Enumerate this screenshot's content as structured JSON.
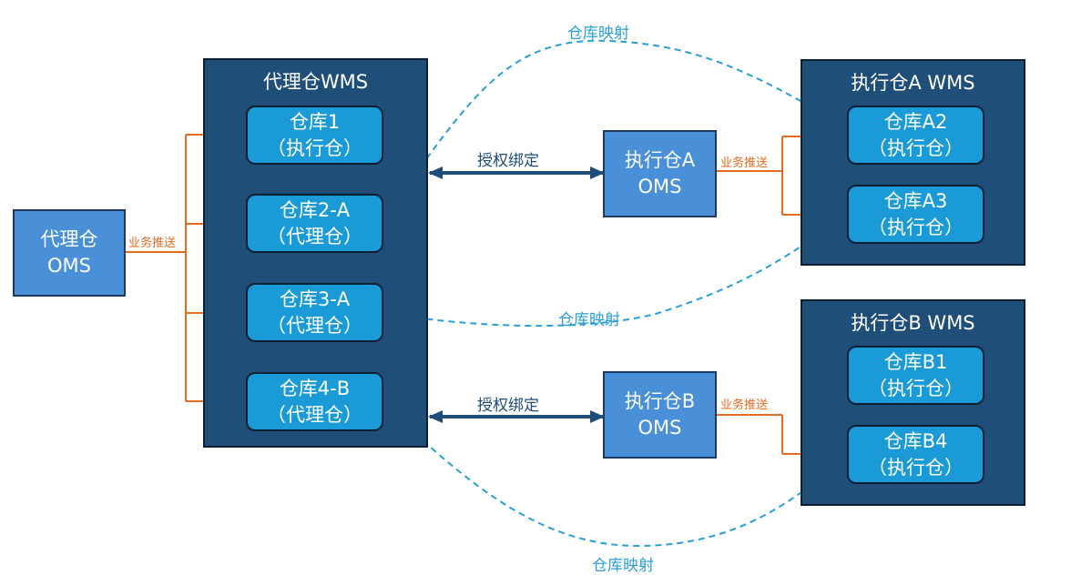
{
  "agent_oms": {
    "line1": "代理仓",
    "line2": "OMS"
  },
  "agent_wms": {
    "title": "代理仓WMS",
    "warehouses": [
      {
        "name": "仓库1",
        "role": "（执行仓）"
      },
      {
        "name": "仓库2-A",
        "role": "（代理仓）"
      },
      {
        "name": "仓库3-A",
        "role": "（代理仓）"
      },
      {
        "name": "仓库4-B",
        "role": "（代理仓）"
      }
    ]
  },
  "exec_a_oms": {
    "line1": "执行仓A",
    "line2": "OMS"
  },
  "exec_b_oms": {
    "line1": "执行仓B",
    "line2": "OMS"
  },
  "exec_a_wms": {
    "title": "执行仓A WMS",
    "warehouses": [
      {
        "name": "仓库A2",
        "role": "（执行仓）"
      },
      {
        "name": "仓库A3",
        "role": "（执行仓）"
      }
    ]
  },
  "exec_b_wms": {
    "title": "执行仓B WMS",
    "warehouses": [
      {
        "name": "仓库B1",
        "role": "（执行仓）"
      },
      {
        "name": "仓库B4",
        "role": "（执行仓）"
      }
    ]
  },
  "labels": {
    "business_push": "业务推送",
    "auth_bind": "授权绑定",
    "warehouse_mapping": "仓库映射"
  },
  "colors": {
    "panel": "#1f4e79",
    "warehouse": "#1a9bd7",
    "oms": "#4a90d9",
    "push_arrow": "#e56b1f",
    "mapping_line": "#2a9fd6"
  }
}
